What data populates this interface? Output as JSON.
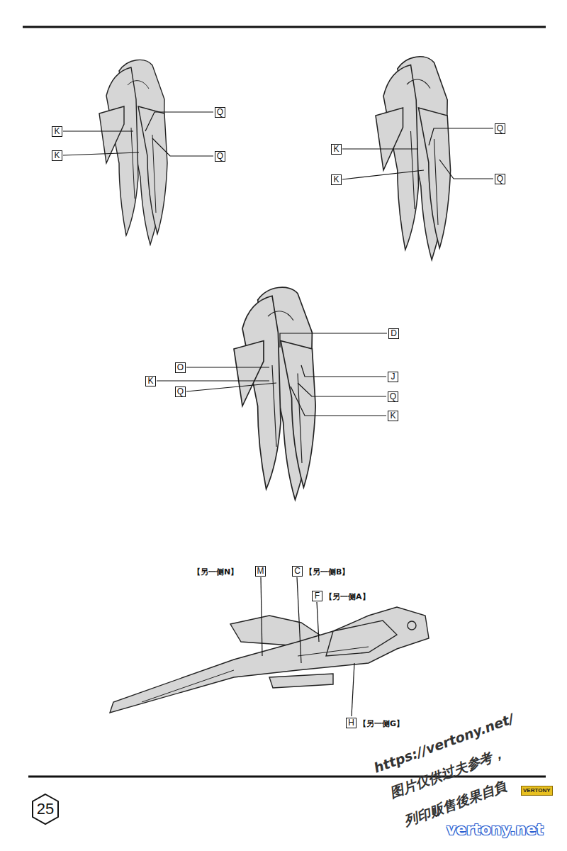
{
  "diagram": {
    "labels": [
      "K",
      "K",
      "Q",
      "Q",
      "K",
      "K",
      "Q",
      "Q",
      "D",
      "O",
      "K",
      "Q",
      "J",
      "Q",
      "K",
      "【另一侧N】",
      "M",
      "C",
      "【另一侧B】",
      "F",
      "【另一侧A】",
      "H",
      "【另一侧G】",
      "25",
      "https://vertony.net/",
      "图片仅供过夫参考，",
      "列印贩售後果自負",
      "vertony.net",
      "VERTONY"
    ]
  }
}
